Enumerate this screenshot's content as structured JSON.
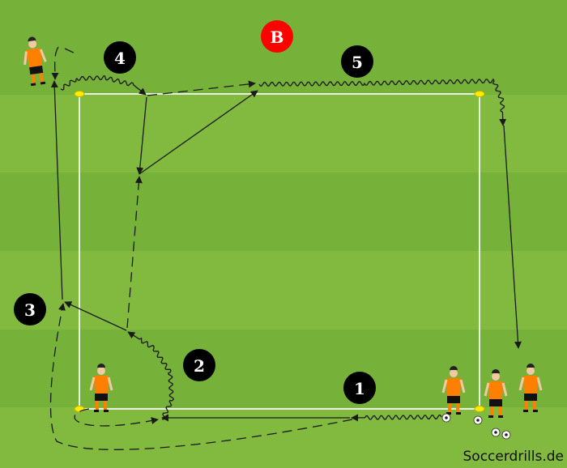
{
  "diagram": {
    "markers": [
      {
        "id": "1",
        "label": "1"
      },
      {
        "id": "2",
        "label": "2"
      },
      {
        "id": "3",
        "label": "3"
      },
      {
        "id": "4",
        "label": "4"
      },
      {
        "id": "5",
        "label": "5"
      }
    ],
    "group_marker": {
      "label": "B",
      "color": "#ff0000"
    },
    "watermark": "Soccerdrills.de",
    "colors": {
      "grass_dark": "#76b13a",
      "grass_light": "#82ba3f",
      "jersey": "#ff8000",
      "cone": "#ffee00",
      "line": "#222222"
    }
  }
}
